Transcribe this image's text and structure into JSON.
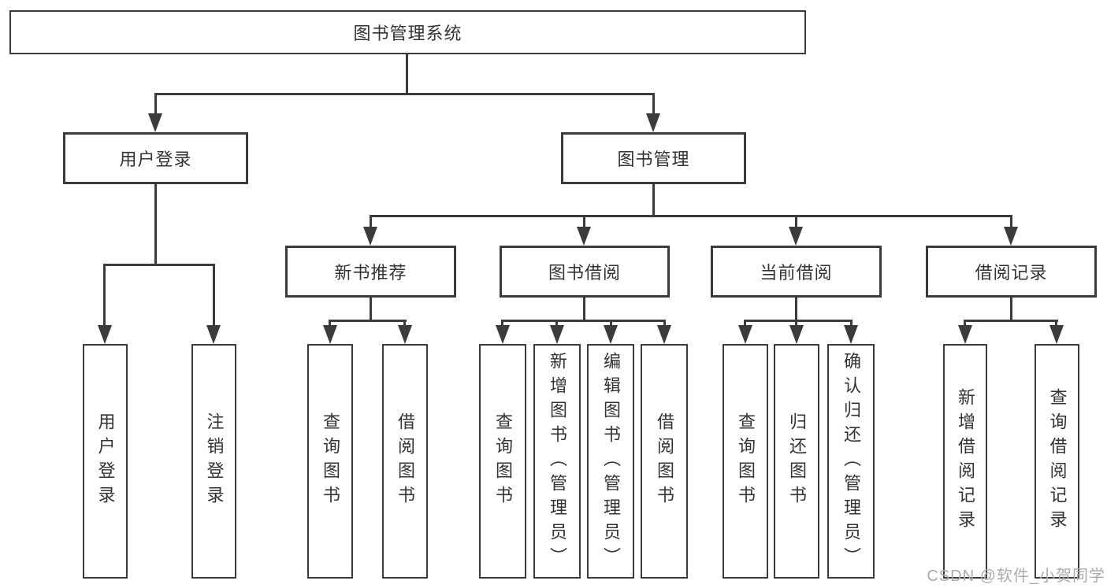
{
  "diagram": {
    "title": "图书管理系统",
    "level2": {
      "user_login": "用户登录",
      "book_management": "图书管理"
    },
    "level3": {
      "new_book_recommend": "新书推荐",
      "book_borrow": "图书借阅",
      "current_borrow": "当前借阅",
      "borrow_record": "借阅记录"
    },
    "leaves": {
      "user_login": "用户登录",
      "logout": "注销登录",
      "nbr_query_book": "查询图书",
      "nbr_borrow_book": "借阅图书",
      "bb_query_book": "查询图书",
      "bb_add_book": "新增图书（管理员）",
      "bb_edit_book": "编辑图书（管理员）",
      "bb_borrow_book": "借阅图书",
      "cb_query_book": "查询图书",
      "cb_return_book": "归还图书",
      "cb_confirm_return": "确认归还（管理员）",
      "br_add_record": "新增借阅记录",
      "br_query_record": "查询借阅记录"
    }
  },
  "watermark": {
    "text": "CSDN @软件_小贺同学"
  },
  "colors": {
    "line": "#3b3b3b",
    "text": "#333333",
    "background": "#ffffff",
    "watermark": "#ababab"
  }
}
